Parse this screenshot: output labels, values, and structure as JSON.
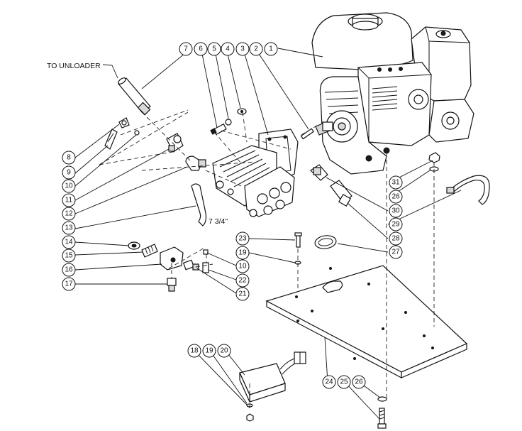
{
  "labels": {
    "to_unloader": "TO UNLOADER",
    "hose_length": "7 3/4\""
  },
  "callouts": [
    {
      "id": "c7",
      "text": "7"
    },
    {
      "id": "c6",
      "text": "6"
    },
    {
      "id": "c5",
      "text": "5"
    },
    {
      "id": "c4",
      "text": "4"
    },
    {
      "id": "c3",
      "text": "3"
    },
    {
      "id": "c2",
      "text": "2"
    },
    {
      "id": "c1",
      "text": "1"
    },
    {
      "id": "c8",
      "text": "8"
    },
    {
      "id": "c9",
      "text": "9"
    },
    {
      "id": "c10a",
      "text": "10"
    },
    {
      "id": "c11",
      "text": "11"
    },
    {
      "id": "c12",
      "text": "12"
    },
    {
      "id": "c13",
      "text": "13"
    },
    {
      "id": "c14",
      "text": "14"
    },
    {
      "id": "c15",
      "text": "15"
    },
    {
      "id": "c16",
      "text": "16"
    },
    {
      "id": "c17",
      "text": "17"
    },
    {
      "id": "c23",
      "text": "23"
    },
    {
      "id": "c19a",
      "text": "19"
    },
    {
      "id": "c10b",
      "text": "10"
    },
    {
      "id": "c22",
      "text": "22"
    },
    {
      "id": "c21",
      "text": "21"
    },
    {
      "id": "c31",
      "text": "31"
    },
    {
      "id": "c26a",
      "text": "26"
    },
    {
      "id": "c30",
      "text": "30"
    },
    {
      "id": "c29",
      "text": "29"
    },
    {
      "id": "c28",
      "text": "28"
    },
    {
      "id": "c27",
      "text": "27"
    },
    {
      "id": "c18",
      "text": "18"
    },
    {
      "id": "c19b",
      "text": "19"
    },
    {
      "id": "c20",
      "text": "20"
    },
    {
      "id": "c24",
      "text": "24"
    },
    {
      "id": "c25",
      "text": "25"
    },
    {
      "id": "c26b",
      "text": "26"
    }
  ]
}
